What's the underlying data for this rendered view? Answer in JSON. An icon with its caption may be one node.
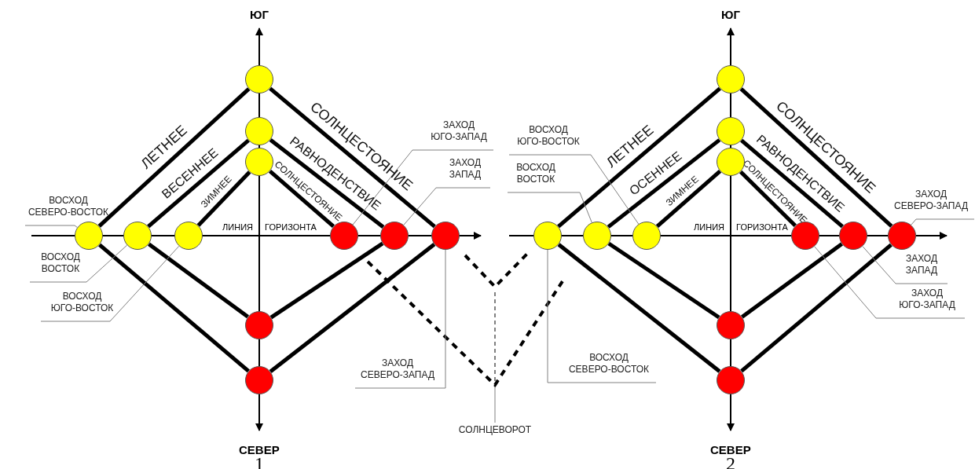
{
  "diagram": {
    "nodes": [
      {
        "text": [],
        "shape": "circle"
      },
      {
        "text": [],
        "shape": "circle"
      },
      {
        "text": [],
        "shape": "circle"
      },
      {
        "text": [],
        "shape": "circle"
      },
      {
        "text": [],
        "shape": "circle"
      },
      {
        "text": [],
        "shape": "circle"
      },
      {
        "text": [],
        "shape": "circle"
      },
      {
        "text": [],
        "shape": "circle"
      },
      {
        "text": [],
        "shape": "circle"
      },
      {
        "text": [],
        "shape": "circle"
      },
      {
        "text": [],
        "shape": "circle"
      },
      {
        "text": [],
        "shape": "circle"
      },
      {
        "text": [],
        "shape": "circle"
      },
      {
        "text": [],
        "shape": "circle"
      },
      {
        "text": [],
        "shape": "circle"
      },
      {
        "text": [],
        "shape": "circle"
      },
      {
        "text": [],
        "shape": "circle"
      },
      {
        "text": [],
        "shape": "circle"
      },
      {
        "text": [],
        "shape": "circle"
      },
      {
        "text": [],
        "shape": "circle"
      },
      {
        "text": [],
        "shape": "circle"
      },
      {
        "text": [],
        "shape": "circle"
      },
      {
        "text": [
          "ВОСХОД СЕВЕРО-ВОСТОК"
        ]
      },
      {
        "text": [
          "ВОСХОД ВОСТОК"
        ]
      },
      {
        "text": [
          "ВОСХОД ЮГО-ВОСТОК"
        ]
      },
      {
        "text": [
          "ЗАХОД ЮГО-ЗАПАД"
        ]
      },
      {
        "text": [
          "ЗАХОД ЗАПАД"
        ]
      },
      {
        "text": [
          "ЗАХОД СЕВЕРО-ЗАПАД"
        ]
      },
      {
        "text": [
          "ВОСХОД ЮГО-ВОСТОК"
        ]
      },
      {
        "text": [
          "ВОСХОД ВОСТОК"
        ]
      },
      {
        "text": [
          "ВОСХОД СЕВЕРО-ВОСТОК"
        ]
      },
      {
        "text": [
          "ЗАХОД СЕВЕРО-ЗАПАД"
        ]
      },
      {
        "text": [
          "ЗАХОД ЗАПАД"
        ]
      },
      {
        "text": [
          "ЗАХОД ЮГО-ЗАПАД"
        ]
      },
      {
        "text": [
          "СОЛНЦЕВОРОТ"
        ]
      }
    ],
    "edges": [
      {
        "from": 3,
        "to": 0,
        "arrow": "none",
        "label": "ЛЕТНЕЕ"
      },
      {
        "from": 0,
        "to": 8,
        "arrow": "none",
        "label": "СОЛНЦЕСТОЯНИЕ"
      },
      {
        "from": 4,
        "to": 1,
        "arrow": "none",
        "label": "ВЕСЕННЕЕ"
      },
      {
        "from": 1,
        "to": 7,
        "arrow": "none",
        "label": "РАВНОДЕНСТВИЕ"
      },
      {
        "from": 5,
        "to": 2,
        "arrow": "none",
        "label": "ЗИМНЕЕ"
      },
      {
        "from": 2,
        "to": 6,
        "arrow": "none",
        "label": "СОЛНЦЕСТОЯНИЕ"
      },
      {
        "from": 3,
        "to": 10,
        "arrow": "none"
      },
      {
        "from": 8,
        "to": 10,
        "arrow": "none"
      },
      {
        "from": 4,
        "to": 9,
        "arrow": "none"
      },
      {
        "from": 7,
        "to": 9,
        "arrow": "none"
      },
      {
        "from": 14,
        "to": 11,
        "arrow": "none",
        "label": "ЛЕТНЕЕ"
      },
      {
        "from": 11,
        "to": 19,
        "arrow": "none",
        "label": "СОЛНЦЕСТОЯНИЕ"
      },
      {
        "from": 15,
        "to": 12,
        "arrow": "none",
        "label": "ОСЕННЕЕ"
      },
      {
        "from": 12,
        "to": 18,
        "arrow": "none",
        "label": "РАВНОДЕНСТВИЕ"
      },
      {
        "from": 16,
        "to": 13,
        "arrow": "none",
        "label": "ЗИМНЕЕ"
      },
      {
        "from": 13,
        "to": 17,
        "arrow": "none",
        "label": "СОЛНЦЕСТОЯНИЕ"
      },
      {
        "from": 14,
        "to": 21,
        "arrow": "none"
      },
      {
        "from": 19,
        "to": 21,
        "arrow": "none"
      },
      {
        "from": 15,
        "to": 20,
        "arrow": "none"
      },
      {
        "from": 18,
        "to": 20,
        "arrow": "none"
      },
      {
        "from": 22,
        "to": 3,
        "arrow": "none",
        "color": "#808080"
      },
      {
        "from": 23,
        "to": 4,
        "arrow": "none",
        "color": "#808080"
      },
      {
        "from": 24,
        "to": 5,
        "arrow": "none",
        "color": "#808080"
      },
      {
        "from": 25,
        "to": 6,
        "arrow": "none",
        "color": "#808080"
      },
      {
        "from": 26,
        "to": 7,
        "arrow": "none",
        "color": "#808080"
      },
      {
        "from": 27,
        "to": 8,
        "arrow": "none",
        "color": "#808080"
      },
      {
        "from": 28,
        "to": 16,
        "arrow": "none",
        "color": "#808080"
      },
      {
        "from": 29,
        "to": 15,
        "arrow": "none",
        "color": "#808080"
      },
      {
        "from": 30,
        "to": 14,
        "arrow": "none",
        "color": "#808080"
      },
      {
        "from": 31,
        "to": 19,
        "arrow": "none",
        "color": "#808080"
      },
      {
        "from": 32,
        "to": 18,
        "arrow": "none",
        "color": "#808080"
      },
      {
        "from": 33,
        "to": 17,
        "arrow": "none",
        "color": "#808080"
      },
      {
        "from": 34,
        "to": null,
        "arrow": "none",
        "color": "#808080"
      }
    ],
    "labels": [
      "ЮГ",
      "ЮГ",
      "ЛИНИЯ ГОРИЗОНТА",
      "ЛИНИЯ ГОРИЗОНТА",
      "СЕВЕР",
      "СЕВЕР",
      "1",
      "2"
    ]
  }
}
